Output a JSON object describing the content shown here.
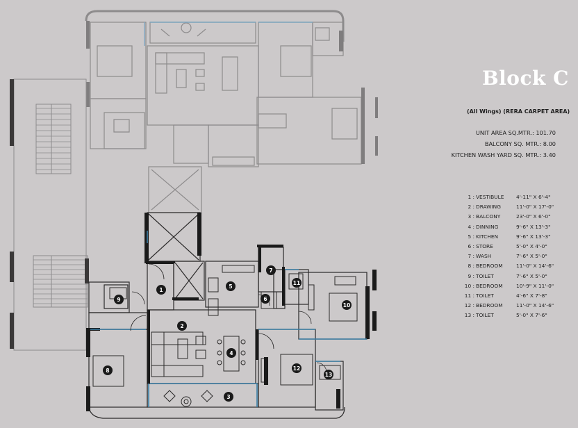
{
  "title": "Block C",
  "subtitle": "(All Wings) (RERA CARPET AREA)",
  "areas": [
    "UNIT AREA SQ.MTR.: 101.70",
    "BALCONY SQ. MTR.: 8.00",
    "KITCHEN WASH YARD SQ. MTR.: 3.40"
  ],
  "legend": [
    {
      "num": "1 :",
      "name": "VESTIBULE",
      "dim": "4'-11\" X 6'-4\""
    },
    {
      "num": "2 :",
      "name": "DRAWING",
      "dim": "11'-0\" X 17'-0\""
    },
    {
      "num": "3 :",
      "name": "BALCONY",
      "dim": "23'-0\" X 6'-0\""
    },
    {
      "num": "4 :",
      "name": "DINNING",
      "dim": "9'-6\" X 13'-3\""
    },
    {
      "num": "5 :",
      "name": "KITCHEN",
      "dim": "9'-6\" X 13'-3\""
    },
    {
      "num": "6 :",
      "name": "STORE",
      "dim": "5'-0\" X 4'-0\""
    },
    {
      "num": "7 :",
      "name": "WASH",
      "dim": "7'-6\" X 5'-0\""
    },
    {
      "num": "8 :",
      "name": "BEDROOM",
      "dim": "11'-0\" X 14'-6\""
    },
    {
      "num": "9 :",
      "name": "TOILET",
      "dim": "7'-6\" X 5'-0\""
    },
    {
      "num": "10 :",
      "name": "BEDROOM",
      "dim": "10'-9\" X 11'-0\""
    },
    {
      "num": "11 :",
      "name": "TOILET",
      "dim": "4'-6\" X 7'-8\""
    },
    {
      "num": "12 :",
      "name": "BEDROOM",
      "dim": "11'-0\" X 14'-6\""
    },
    {
      "num": "13 :",
      "name": "TOILET",
      "dim": "5'-0\" X 7'-6\""
    }
  ],
  "markers": [
    "1",
    "2",
    "3",
    "4",
    "5",
    "6",
    "7",
    "8",
    "9",
    "10",
    "11",
    "12",
    "13"
  ],
  "colors": {
    "background": "#ccc9ca",
    "wall": "#1a1a1a",
    "glazing": "#3a7fa6",
    "title": "#ffffff"
  }
}
